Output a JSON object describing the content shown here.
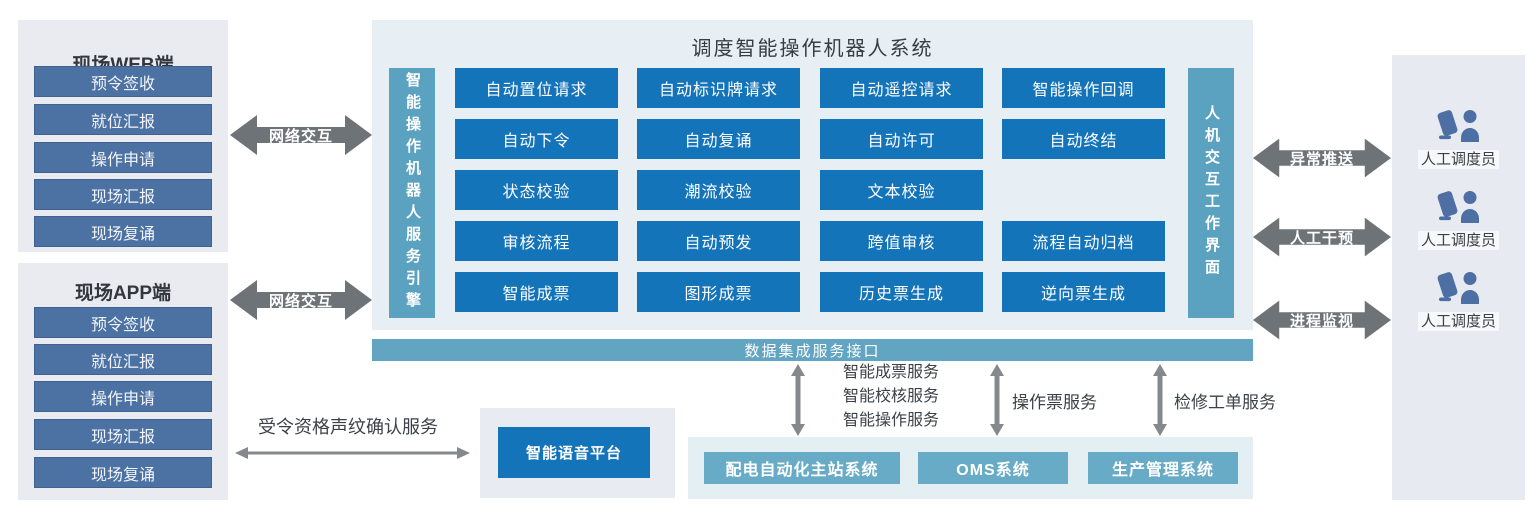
{
  "colors": {
    "grid_button_blue": "#1474ba",
    "steel_button_blue": "#4c71a3",
    "teal_bar": "#5ba1c0",
    "data_bar": "#62a5c2",
    "teal_button": "#68abc7",
    "arrow_gray": "#6d7377",
    "panel_gray": "#e9ebf1",
    "central_bg": "#e7eff4",
    "person_icon_blue": "#4d6fa3"
  },
  "left_web": {
    "title": "现场WEB端",
    "items": [
      "预令签收",
      "就位汇报",
      "操作申请",
      "现场汇报",
      "现场复诵"
    ]
  },
  "left_app": {
    "title": "现场APP端",
    "items": [
      "预令签收",
      "就位汇报",
      "操作申请",
      "现场汇报",
      "现场复诵"
    ]
  },
  "labels": {
    "network_interaction": "网络交互"
  },
  "central": {
    "title": "调度智能操作机器人系统",
    "engine_bar": "智能操作机器人服务引擎",
    "hmi_bar": "人机交互工作界面",
    "grid": [
      [
        "自动置位请求",
        "自动标识牌请求",
        "自动遥控请求",
        "智能操作回调"
      ],
      [
        "自动下令",
        "自动复诵",
        "自动许可",
        "自动终结"
      ],
      [
        "状态校验",
        "潮流校验",
        "文本校验"
      ],
      [
        "审核流程",
        "自动预发",
        "跨值审核",
        "流程自动归档"
      ],
      [
        "智能成票",
        "图形成票",
        "历史票生成",
        "逆向票生成"
      ]
    ]
  },
  "data_bus": {
    "label": "数据集成服务接口"
  },
  "integration": {
    "services_multi": [
      "智能成票服务",
      "智能校核服务",
      "智能操作服务"
    ],
    "service_ticket": "操作票服务",
    "service_repair": "检修工单服务"
  },
  "bottom_systems": {
    "items": [
      "配电自动化主站系统",
      "OMS系统",
      "生产管理系统"
    ]
  },
  "voice": {
    "platform": "智能语音平台",
    "service_label": "受令资格声纹确认服务"
  },
  "right": {
    "arrows": [
      "异常推送",
      "人工干预",
      "进程监视"
    ],
    "operator_label": "人工调度员"
  }
}
